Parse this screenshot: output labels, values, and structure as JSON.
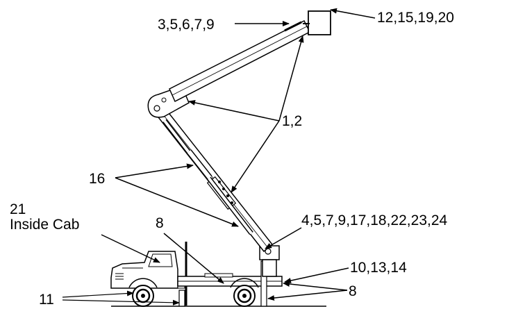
{
  "labels": {
    "l_12_15_19_20": "12,15,19,20",
    "l_3_5_6_7_9": "3,5,6,7,9",
    "l_1_2": "1,2",
    "l_16": "16",
    "l_21": "21",
    "l_inside_cab": "Inside Cab",
    "l_8_top": "8",
    "l_4_5_7_9": "4,5,7,9,17,18,22,23,24",
    "l_10_13_14": "10,13,14",
    "l_8_right": "8",
    "l_11": "11"
  }
}
